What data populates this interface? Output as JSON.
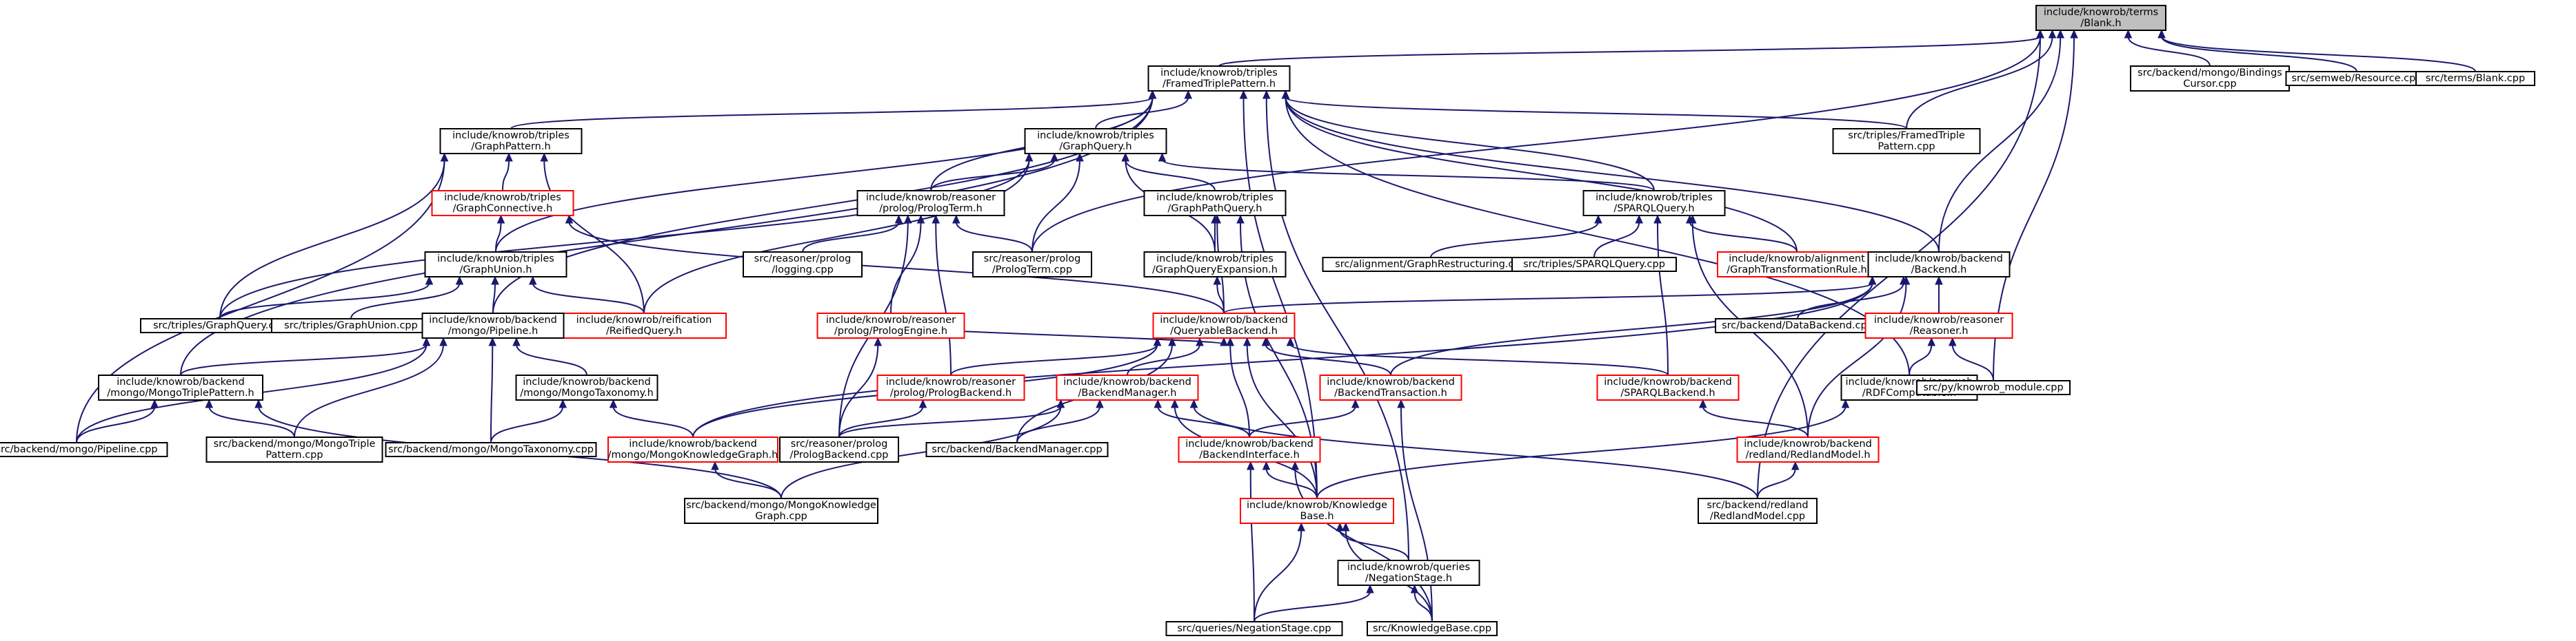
{
  "nodes": [
    {
      "id": "root",
      "lines": [
        "include/knowrob/terms",
        "/Blank.h"
      ],
      "border": "black",
      "fill": "#bfbfbf"
    },
    {
      "id": "framed",
      "lines": [
        "include/knowrob/triples",
        "/FramedTriplePattern.h"
      ],
      "border": "black",
      "fill": "#ffffff"
    },
    {
      "id": "bindcur",
      "lines": [
        "src/backend/mongo/Bindings",
        "Cursor.cpp"
      ],
      "border": "black",
      "fill": "#ffffff"
    },
    {
      "id": "resource",
      "lines": [
        "src/semweb/Resource.cpp"
      ],
      "border": "black",
      "fill": "#ffffff"
    },
    {
      "id": "blankcpp",
      "lines": [
        "src/terms/Blank.cpp"
      ],
      "border": "black",
      "fill": "#ffffff"
    },
    {
      "id": "graphpattern",
      "lines": [
        "include/knowrob/triples",
        "/GraphPattern.h"
      ],
      "border": "black",
      "fill": "#ffffff"
    },
    {
      "id": "graphquery",
      "lines": [
        "include/knowrob/triples",
        "/GraphQuery.h"
      ],
      "border": "black",
      "fill": "#ffffff"
    },
    {
      "id": "framedcpp",
      "lines": [
        "src/triples/FramedTriple",
        "Pattern.cpp"
      ],
      "border": "black",
      "fill": "#ffffff"
    },
    {
      "id": "graphconn",
      "lines": [
        "include/knowrob/triples",
        "/GraphConnective.h"
      ],
      "border": "red",
      "fill": "#ffffff"
    },
    {
      "id": "prologterm",
      "lines": [
        "include/knowrob/reasoner",
        "/prolog/PrologTerm.h"
      ],
      "border": "black",
      "fill": "#ffffff"
    },
    {
      "id": "graphpath",
      "lines": [
        "include/knowrob/triples",
        "/GraphPathQuery.h"
      ],
      "border": "black",
      "fill": "#ffffff"
    },
    {
      "id": "sparqlq",
      "lines": [
        "include/knowrob/triples",
        "/SPARQLQuery.h"
      ],
      "border": "black",
      "fill": "#ffffff"
    },
    {
      "id": "graphunion",
      "lines": [
        "include/knowrob/triples",
        "/GraphUnion.h"
      ],
      "border": "black",
      "fill": "#ffffff"
    },
    {
      "id": "logging",
      "lines": [
        "src/reasoner/prolog",
        "/logging.cpp"
      ],
      "border": "black",
      "fill": "#ffffff"
    },
    {
      "id": "prologtermcpp",
      "lines": [
        "src/reasoner/prolog",
        "/PrologTerm.cpp"
      ],
      "border": "black",
      "fill": "#ffffff"
    },
    {
      "id": "gqexp",
      "lines": [
        "include/knowrob/triples",
        "/GraphQueryExpansion.h"
      ],
      "border": "black",
      "fill": "#ffffff"
    },
    {
      "id": "graphrestr",
      "lines": [
        "src/alignment/GraphRestructuring.cpp"
      ],
      "border": "black",
      "fill": "#ffffff"
    },
    {
      "id": "sparqlcpp",
      "lines": [
        "src/triples/SPARQLQuery.cpp"
      ],
      "border": "black",
      "fill": "#ffffff"
    },
    {
      "id": "gtrule",
      "lines": [
        "include/knowrob/alignment",
        "/GraphTransformationRule.h"
      ],
      "border": "red",
      "fill": "#ffffff"
    },
    {
      "id": "backend",
      "lines": [
        "include/knowrob/backend",
        "/Backend.h"
      ],
      "border": "black",
      "fill": "#ffffff"
    },
    {
      "id": "graphquerycpp",
      "lines": [
        "src/triples/GraphQuery.cpp"
      ],
      "border": "black",
      "fill": "#ffffff"
    },
    {
      "id": "graphunioncpp",
      "lines": [
        "src/triples/GraphUnion.cpp"
      ],
      "border": "black",
      "fill": "#ffffff"
    },
    {
      "id": "reified",
      "lines": [
        "include/knowrob/reification",
        "/ReifiedQuery.h"
      ],
      "border": "red",
      "fill": "#ffffff"
    },
    {
      "id": "mongopipe",
      "lines": [
        "include/knowrob/backend",
        "/mongo/Pipeline.h"
      ],
      "border": "black",
      "fill": "#ffffff"
    },
    {
      "id": "prologengine",
      "lines": [
        "include/knowrob/reasoner",
        "/prolog/PrologEngine.h"
      ],
      "border": "red",
      "fill": "#ffffff"
    },
    {
      "id": "queryable",
      "lines": [
        "include/knowrob/backend",
        "/QueryableBackend.h"
      ],
      "border": "red",
      "fill": "#ffffff"
    },
    {
      "id": "databackend",
      "lines": [
        "src/backend/DataBackend.cpp"
      ],
      "border": "black",
      "fill": "#ffffff"
    },
    {
      "id": "reasonerh",
      "lines": [
        "include/knowrob/reasoner",
        "/Reasoner.h"
      ],
      "border": "red",
      "fill": "#ffffff"
    },
    {
      "id": "mongotriple",
      "lines": [
        "include/knowrob/backend",
        "/mongo/MongoTriplePattern.h"
      ],
      "border": "black",
      "fill": "#ffffff"
    },
    {
      "id": "mongotax",
      "lines": [
        "include/knowrob/backend",
        "/mongo/MongoTaxonomy.h"
      ],
      "border": "black",
      "fill": "#ffffff"
    },
    {
      "id": "prologbackend",
      "lines": [
        "include/knowrob/reasoner",
        "/prolog/PrologBackend.h"
      ],
      "border": "red",
      "fill": "#ffffff"
    },
    {
      "id": "backendmgr",
      "lines": [
        "include/knowrob/backend",
        "/BackendManager.h"
      ],
      "border": "red",
      "fill": "#ffffff"
    },
    {
      "id": "backendtx",
      "lines": [
        "include/knowrob/backend",
        "/BackendTransaction.h"
      ],
      "border": "red",
      "fill": "#ffffff"
    },
    {
      "id": "sparqlbackend",
      "lines": [
        "include/knowrob/backend",
        "/SPARQLBackend.h"
      ],
      "border": "red",
      "fill": "#ffffff"
    },
    {
      "id": "rdfcomp",
      "lines": [
        "include/knowrob/semweb",
        "/RDFComputable.h"
      ],
      "border": "black",
      "fill": "#ffffff"
    },
    {
      "id": "pymodule",
      "lines": [
        "src/py/knowrob_module.cpp"
      ],
      "border": "black",
      "fill": "#ffffff"
    },
    {
      "id": "pipelinecpp",
      "lines": [
        "src/backend/mongo/Pipeline.cpp"
      ],
      "border": "black",
      "fill": "#ffffff"
    },
    {
      "id": "mongotriplecpp",
      "lines": [
        "src/backend/mongo/MongoTriple",
        "Pattern.cpp"
      ],
      "border": "black",
      "fill": "#ffffff"
    },
    {
      "id": "mongotaxcpp",
      "lines": [
        "src/backend/mongo/MongoTaxonomy.cpp"
      ],
      "border": "black",
      "fill": "#ffffff"
    },
    {
      "id": "mongokg",
      "lines": [
        "include/knowrob/backend",
        "/mongo/MongoKnowledgeGraph.h"
      ],
      "border": "red",
      "fill": "#ffffff"
    },
    {
      "id": "prologbackendcpp",
      "lines": [
        "src/reasoner/prolog",
        "/PrologBackend.cpp"
      ],
      "border": "black",
      "fill": "#ffffff"
    },
    {
      "id": "backendmgrcpp",
      "lines": [
        "src/backend/BackendManager.cpp"
      ],
      "border": "black",
      "fill": "#ffffff"
    },
    {
      "id": "backendiface",
      "lines": [
        "include/knowrob/backend",
        "/BackendInterface.h"
      ],
      "border": "red",
      "fill": "#ffffff"
    },
    {
      "id": "redlandh",
      "lines": [
        "include/knowrob/backend",
        "/redland/RedlandModel.h"
      ],
      "border": "red",
      "fill": "#ffffff"
    },
    {
      "id": "mongokgcpp",
      "lines": [
        "src/backend/mongo/MongoKnowledge",
        "Graph.cpp"
      ],
      "border": "black",
      "fill": "#ffffff"
    },
    {
      "id": "kbh",
      "lines": [
        "include/knowrob/Knowledge",
        "Base.h"
      ],
      "border": "red",
      "fill": "#ffffff"
    },
    {
      "id": "redlandcpp",
      "lines": [
        "src/backend/redland",
        "/RedlandModel.cpp"
      ],
      "border": "black",
      "fill": "#ffffff"
    },
    {
      "id": "negstage",
      "lines": [
        "include/knowrob/queries",
        "/NegationStage.h"
      ],
      "border": "black",
      "fill": "#ffffff"
    },
    {
      "id": "negstagecpp",
      "lines": [
        "src/queries/NegationStage.cpp"
      ],
      "border": "black",
      "fill": "#ffffff"
    },
    {
      "id": "kbcpp",
      "lines": [
        "src/KnowledgeBase.cpp"
      ],
      "border": "black",
      "fill": "#ffffff"
    }
  ],
  "edges": [
    [
      "root",
      "framed"
    ],
    [
      "root",
      "bindcur"
    ],
    [
      "root",
      "resource"
    ],
    [
      "root",
      "blankcpp"
    ],
    [
      "root",
      "framedcpp"
    ],
    [
      "root",
      "prologtermcpp"
    ],
    [
      "root",
      "pymodule"
    ],
    [
      "root",
      "redlandcpp"
    ],
    [
      "root",
      "backend"
    ],
    [
      "framed",
      "graphpattern"
    ],
    [
      "framed",
      "graphquery"
    ],
    [
      "framed",
      "framedcpp"
    ],
    [
      "framed",
      "prologterm"
    ],
    [
      "framed",
      "sparqlq"
    ],
    [
      "framed",
      "graphunion"
    ],
    [
      "framed",
      "mongopipe"
    ],
    [
      "framed",
      "mongotriple"
    ],
    [
      "framed",
      "backend"
    ],
    [
      "framed",
      "kbh"
    ],
    [
      "framed",
      "rdfcomp"
    ],
    [
      "framed",
      "gtrule"
    ],
    [
      "framed",
      "negstage"
    ],
    [
      "graphpattern",
      "graphconn"
    ],
    [
      "graphpattern",
      "graphquerycpp"
    ],
    [
      "graphpattern",
      "reified"
    ],
    [
      "graphpattern",
      "pipelinecpp"
    ],
    [
      "graphquery",
      "prologterm"
    ],
    [
      "graphquery",
      "graphpath"
    ],
    [
      "graphquery",
      "sparqlq"
    ],
    [
      "graphquery",
      "prologtermcpp"
    ],
    [
      "graphquery",
      "gqexp"
    ],
    [
      "graphquery",
      "graphquerycpp"
    ],
    [
      "graphquery",
      "reified"
    ],
    [
      "graphconn",
      "graphunion"
    ],
    [
      "graphconn",
      "queryable"
    ],
    [
      "prologterm",
      "logging"
    ],
    [
      "prologterm",
      "prologtermcpp"
    ],
    [
      "prologterm",
      "prologengine"
    ],
    [
      "prologterm",
      "prologbackend"
    ],
    [
      "prologterm",
      "prologbackendcpp"
    ],
    [
      "graphpath",
      "gqexp"
    ],
    [
      "graphpath",
      "queryable"
    ],
    [
      "graphpath",
      "kbh"
    ],
    [
      "sparqlq",
      "graphrestr"
    ],
    [
      "sparqlq",
      "sparqlcpp"
    ],
    [
      "sparqlq",
      "gtrule"
    ],
    [
      "sparqlq",
      "sparqlbackend"
    ],
    [
      "sparqlq",
      "redlandh"
    ],
    [
      "graphunion",
      "graphquerycpp"
    ],
    [
      "graphunion",
      "graphunioncpp"
    ],
    [
      "graphunion",
      "reified"
    ],
    [
      "graphunion",
      "mongopipe"
    ],
    [
      "gqexp",
      "queryable"
    ],
    [
      "backend",
      "queryable"
    ],
    [
      "backend",
      "databackend"
    ],
    [
      "backend",
      "reasonerh"
    ],
    [
      "backend",
      "mongokg"
    ],
    [
      "backend",
      "backendtx"
    ],
    [
      "backend",
      "redlandh"
    ],
    [
      "mongopipe",
      "mongotriple"
    ],
    [
      "mongopipe",
      "mongotax"
    ],
    [
      "mongopipe",
      "pipelinecpp"
    ],
    [
      "mongopipe",
      "mongotaxcpp"
    ],
    [
      "mongopipe",
      "mongotriplecpp"
    ],
    [
      "prologengine",
      "prologbackendcpp"
    ],
    [
      "queryable",
      "prologbackend"
    ],
    [
      "queryable",
      "backendmgr"
    ],
    [
      "queryable",
      "backendtx"
    ],
    [
      "queryable",
      "sparqlbackend"
    ],
    [
      "queryable",
      "mongokg"
    ],
    [
      "queryable",
      "backendiface"
    ],
    [
      "queryable",
      "kbh"
    ],
    [
      "queryable",
      "backendmgrcpp"
    ],
    [
      "queryable",
      "prologengine"
    ],
    [
      "reasonerh",
      "rdfcomp"
    ],
    [
      "reasonerh",
      "pymodule"
    ],
    [
      "mongotriple",
      "pipelinecpp"
    ],
    [
      "mongotriple",
      "mongotriplecpp"
    ],
    [
      "mongotriple",
      "mongokgcpp"
    ],
    [
      "mongotax",
      "mongotaxcpp"
    ],
    [
      "mongotax",
      "mongokg"
    ],
    [
      "prologbackend",
      "prologbackendcpp"
    ],
    [
      "backendmgr",
      "backendmgrcpp"
    ],
    [
      "backendmgr",
      "backendiface"
    ],
    [
      "backendmgr",
      "kbh"
    ],
    [
      "backendmgr",
      "prologbackendcpp"
    ],
    [
      "backendmgr",
      "mongokgcpp"
    ],
    [
      "backendmgr",
      "redlandcpp"
    ],
    [
      "backendtx",
      "backendiface"
    ],
    [
      "backendtx",
      "kbcpp"
    ],
    [
      "sparqlbackend",
      "redlandh"
    ],
    [
      "rdfcomp",
      "kbh"
    ],
    [
      "mongokg",
      "mongokgcpp"
    ],
    [
      "backendiface",
      "kbh"
    ],
    [
      "backendiface",
      "kbcpp"
    ],
    [
      "backendiface",
      "negstagecpp"
    ],
    [
      "redlandh",
      "redlandcpp"
    ],
    [
      "kbh",
      "negstage"
    ],
    [
      "kbh",
      "negstagecpp"
    ],
    [
      "kbh",
      "kbcpp"
    ],
    [
      "negstage",
      "negstagecpp"
    ],
    [
      "negstage",
      "kbcpp"
    ]
  ]
}
